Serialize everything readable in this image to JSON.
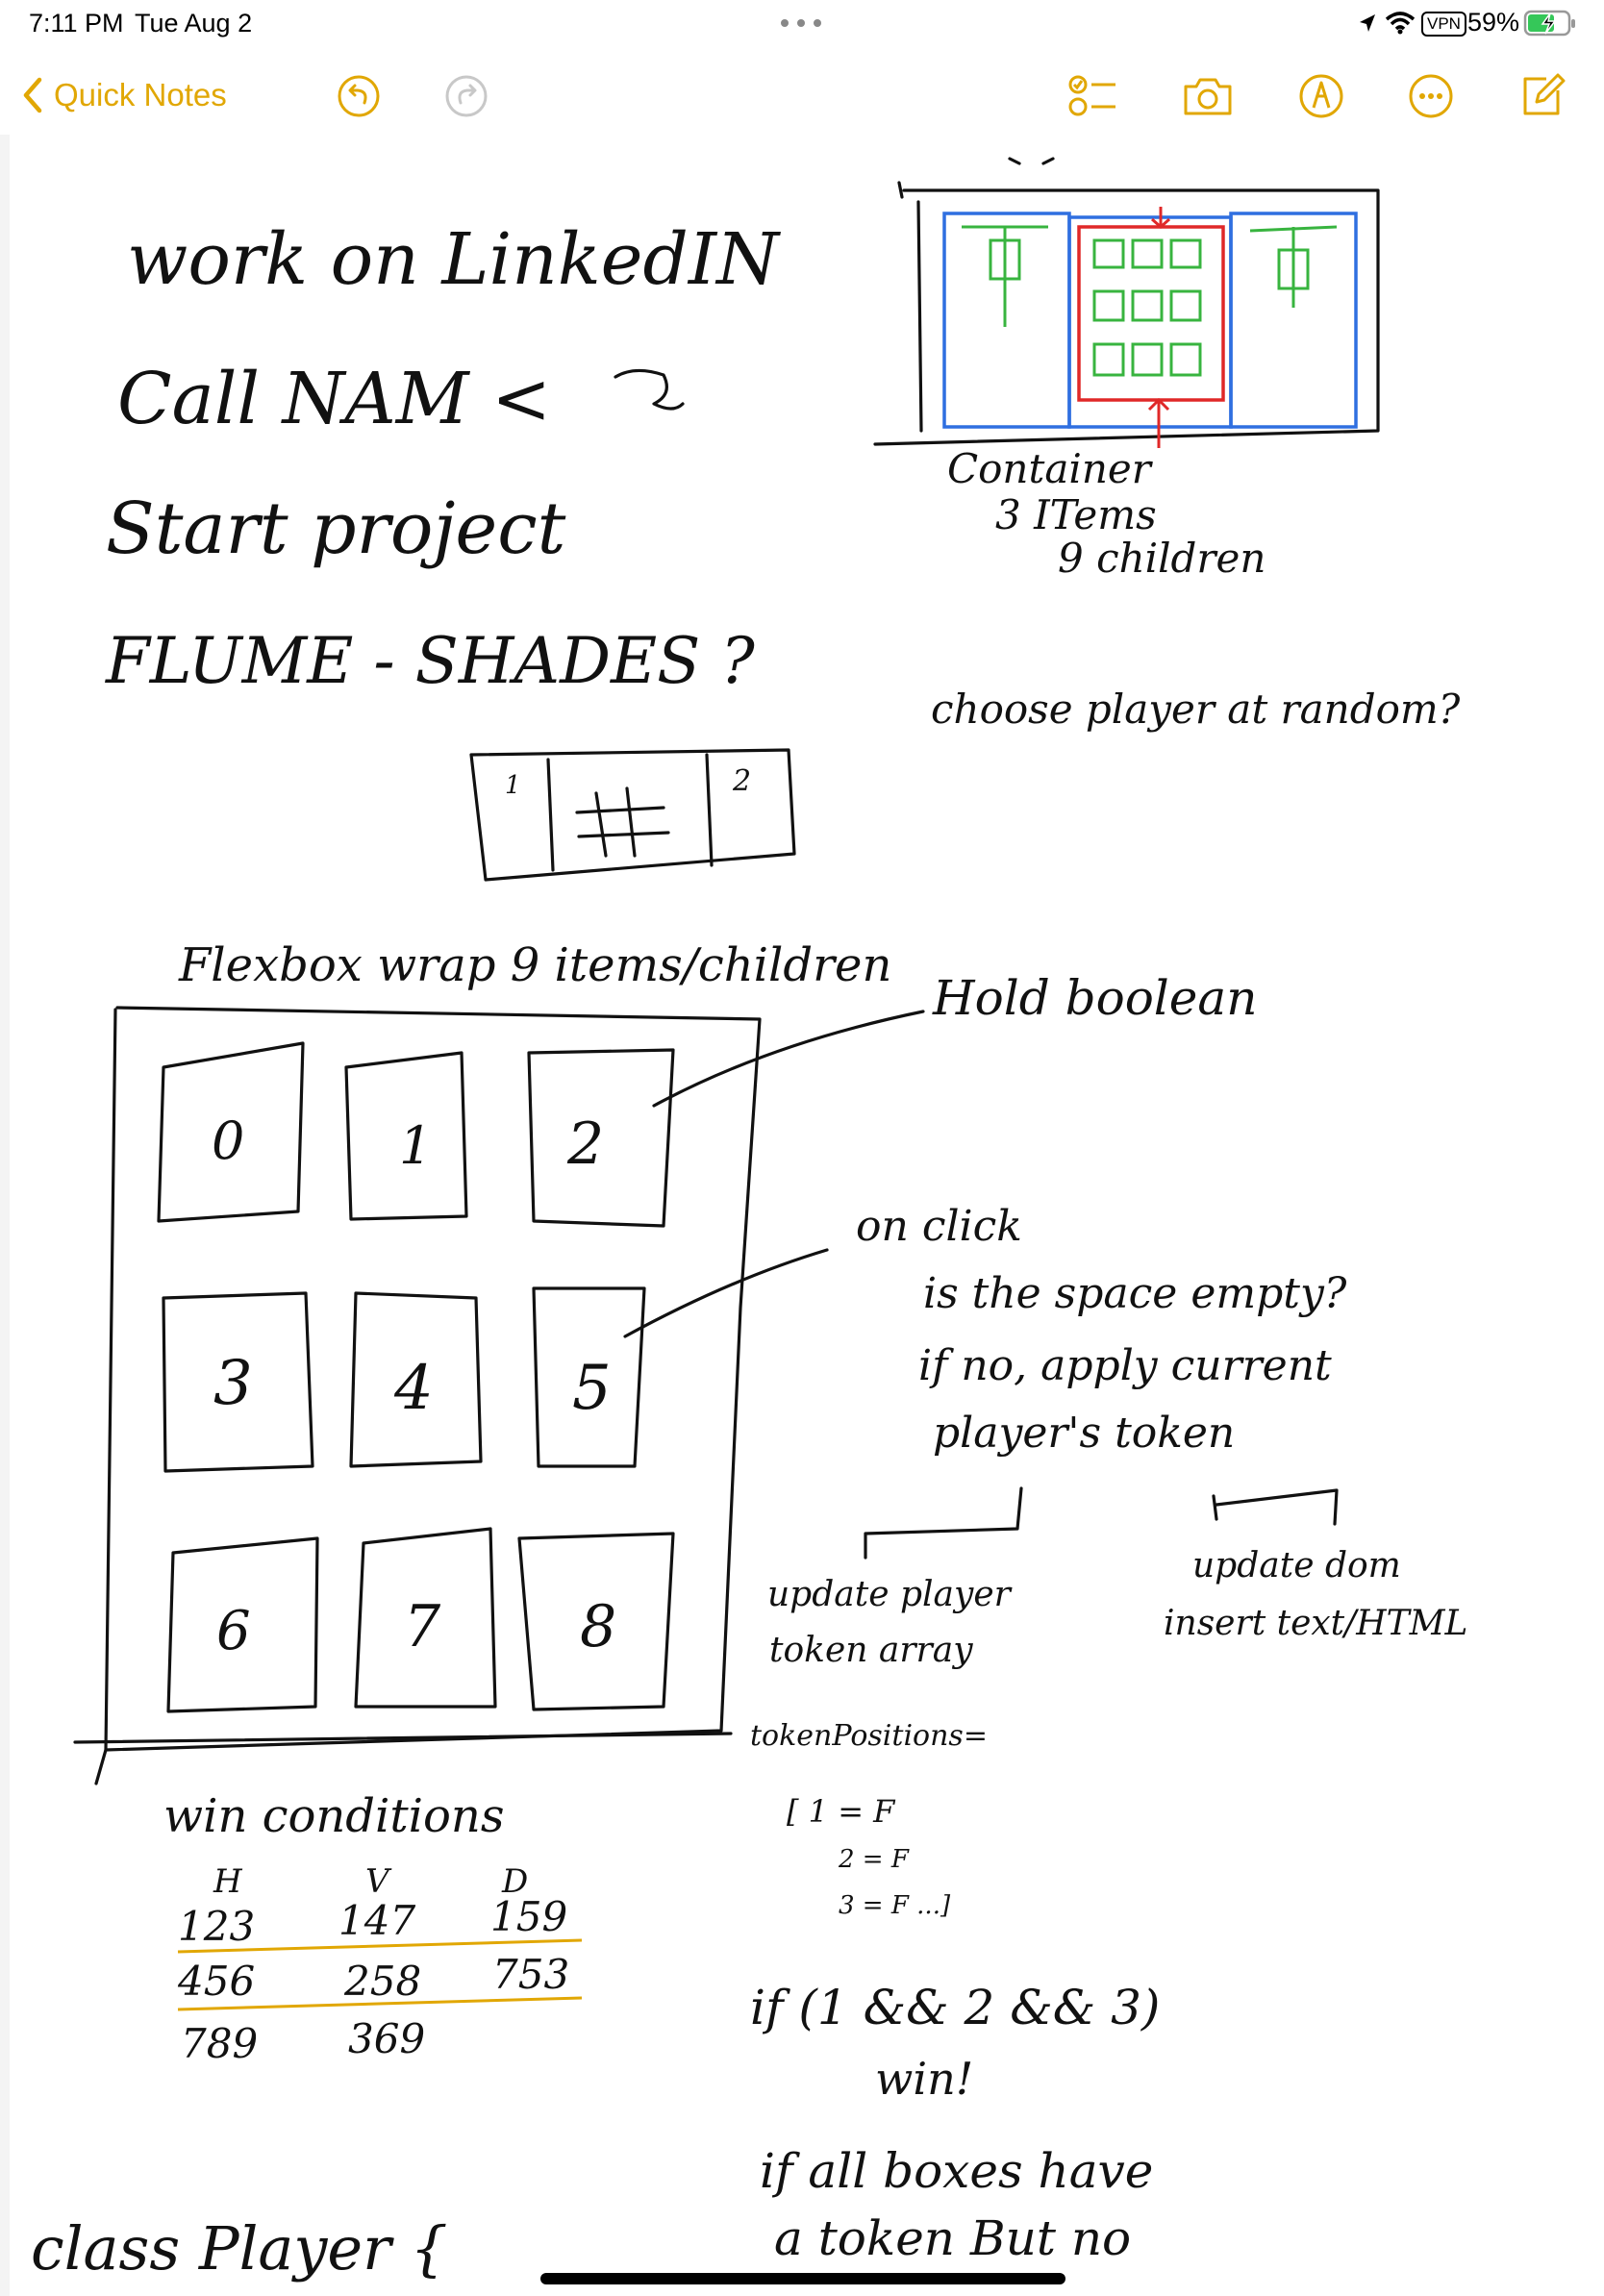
{
  "status_bar": {
    "time": "7:11 PM",
    "date": "Tue Aug 2",
    "vpn": "VPN",
    "battery": "59%",
    "icons": [
      "location-icon",
      "wifi-icon",
      "battery-charging-icon"
    ]
  },
  "toolbar": {
    "back_label": "Quick Notes",
    "icons": [
      "undo-icon",
      "redo-icon",
      "checklist-icon",
      "camera-icon",
      "markup-icon",
      "more-icon",
      "compose-icon"
    ],
    "accent_color": "#e1a704"
  },
  "note": {
    "todo": [
      "work on LinkedIN",
      "Call NAM <",
      "Start project",
      "FLUME - SHADES ?"
    ],
    "container_diagram": {
      "label1": "Container",
      "label2": "3 ITems",
      "label3": "9 children"
    },
    "random_question": "choose player at random?",
    "mini_board": {
      "left": "1",
      "right": "2"
    },
    "flexbox_caption": "Flexbox wrap 9 items/children",
    "board_cells": [
      "0",
      "1",
      "2",
      "3",
      "4",
      "5",
      "6",
      "7",
      "8"
    ],
    "hold_boolean": "Hold boolean",
    "on_click": [
      "on click",
      "is the space empty?",
      "if no, apply current",
      "player's token"
    ],
    "update_player": [
      "update player",
      "token array"
    ],
    "update_dom": [
      "update dom",
      "insert text/HTML"
    ],
    "token_positions": [
      "tokenPositions=",
      "[ 1 = F",
      "2 = F",
      "3 = F ...]"
    ],
    "win_conditions_title": "win conditions",
    "win_headers": [
      "H",
      "V",
      "D"
    ],
    "win_rows": [
      [
        "123",
        "147",
        "159"
      ],
      [
        "456",
        "258",
        "753"
      ],
      [
        "789",
        "369",
        ""
      ]
    ],
    "if_win": [
      "if (1 && 2 && 3)",
      "win!"
    ],
    "all_boxes": [
      "if all boxes have",
      "a token But no"
    ],
    "class_player": "class Player {"
  }
}
